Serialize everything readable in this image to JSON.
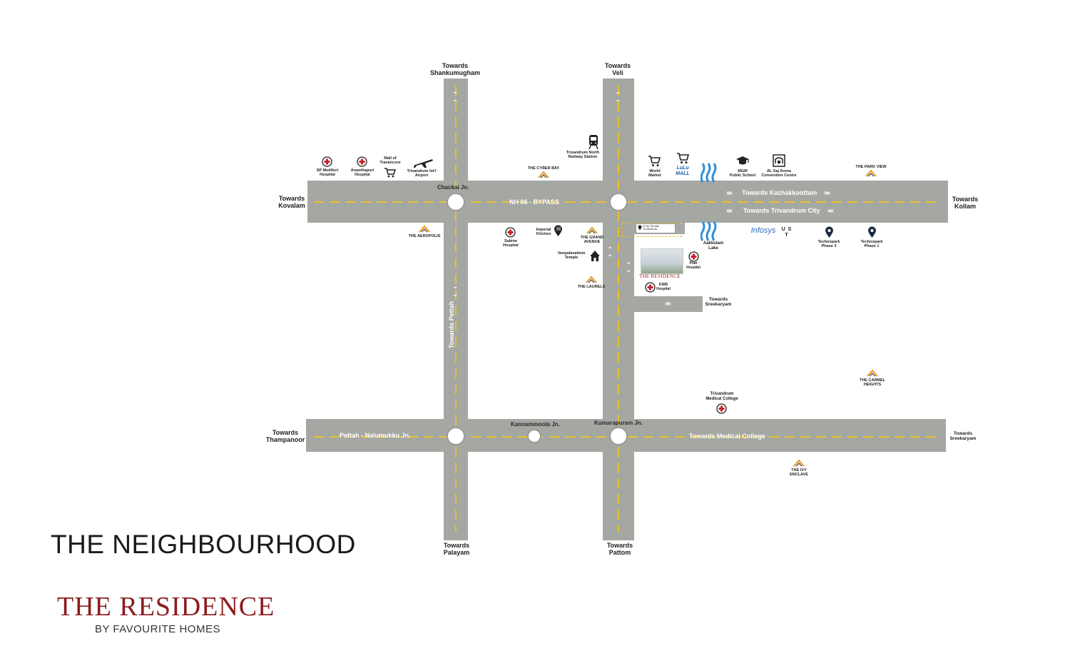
{
  "directions": {
    "shankumugham": "Towards\nShankumugham",
    "veli": "Towards\nVeli",
    "kovalam": "Towards\nKovalam",
    "kollam": "Towards\nKollam",
    "thampanoor": "Towards\nThampanoor",
    "sreekaryam_right": "Towards\nSreekaryam",
    "palayam": "Towards\nPalayam",
    "pattom": "Towards\nPattom",
    "sreekaryam_mid": "Towards\nSreekaryam"
  },
  "roads": {
    "nh66": "NH 66 - BYPASS",
    "kazhakkoottam": "Towards Kazhakkoottam",
    "trivandrum_city": "Towards Trivandrum City",
    "pettah_nalumukku": "Pettah - Nalumukku Jn.",
    "medical_college": "Towards Medical College",
    "pettah_vertical": "Towards Pettah"
  },
  "junctions": {
    "chackai": "Chackai Jn.",
    "kannammoola": "Kannammoola Jn.",
    "kumarapuram": "Kumarapuram Jn."
  },
  "landmarks": {
    "sp_medifort": "SP Medifort\nHospital",
    "ananthapuri": "Ananthapuri\nHospital",
    "mall_travancore": "Mall of\nTravancore",
    "airport": "Trivandrum Int'l\nAirport",
    "cyber_bay": "THE CYBER BAY",
    "railway": "Trivandrum North\nRailway Station",
    "world_market": "World\nMarket",
    "lulu": "LuLu\nMALL",
    "mgm": "MGM\nPublic School",
    "al_saj": "AL Saj Arena\nConvention Centre",
    "park_view": "THE PARK VIEW",
    "aeropolis": "THE AEROPOLIS",
    "sabine": "Sabine\nHospital",
    "imperial": "Imperial\nKitchen",
    "grand_avenue": "THE GRAND\nAVENUE",
    "venpalavattom": "Venpalavattom\nTemple",
    "laurels": "THE LAURELS",
    "aakkulam": "Aakkulam\nLake",
    "infosys": "Infosys",
    "ust": "U S T",
    "technopark3": "Technopark\nPhase 3",
    "technopark1": "Technopark\nPhase 1",
    "pran": "Pran\nHospital",
    "kims": "KIMS\nHospital",
    "medical_college": "Trivandrum\nMedical College",
    "carmel": "THE CARMEL\nHEIGHTS",
    "ivy": "THE IVY\nENCLAVE",
    "residence_caption": "THE RESIDENCE",
    "callout": "G By Tomato\nTrivandrum"
  },
  "title": "THE NEIGHBOURHOOD",
  "brand": {
    "name": "THE RESIDENCE",
    "sub": "BY FAVOURITE HOMES"
  },
  "colors": {
    "road": "#a5a7a3",
    "lane": "#e8c12e",
    "hospital": "#c8242b",
    "brand": "#8b1c1f",
    "water": "#2f8fd8"
  }
}
